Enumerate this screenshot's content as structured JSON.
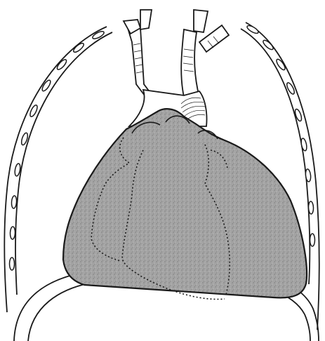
{
  "figure": {
    "caption": "",
    "labels": []
  },
  "colors": {
    "ink": "#1a1a1a",
    "paper": "#ffffff",
    "shade": "#9a9a9a"
  },
  "parts": {
    "rib_cage": "rib-cage",
    "ribs": "ribs",
    "diaphragm": "diaphragm",
    "great_vessels": "great-vessels",
    "aortic_arch": "aortic-arch",
    "heart_shadow": "heart-shadow",
    "dotted_heart_outline": "dotted-heart-outline"
  }
}
